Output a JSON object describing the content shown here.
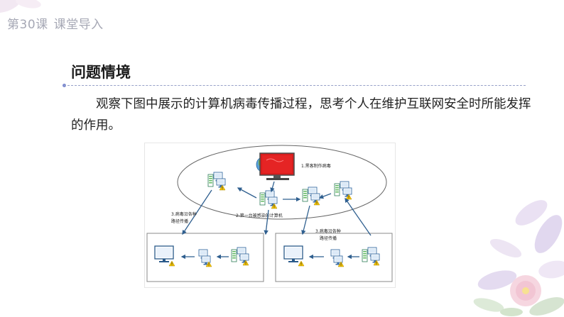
{
  "header": {
    "lesson_number": "第30课",
    "lesson_title": "课堂导入"
  },
  "section": {
    "title": "问题情境"
  },
  "prompt": {
    "text": "观察下图中展示的计算机病毒传播过程，思考个人在维护互联网安全时所能发挥的作用。"
  },
  "diagram": {
    "step1_label": "1.黑客制作病毒",
    "step2_label": "2.第一台被感染的计算机",
    "step3_left_line1": "3.病毒沿各种",
    "step3_left_line2": "路径传播",
    "step3_right_line1": "3.病毒沿各种",
    "step3_right_line2": "路径传播"
  },
  "colors": {
    "arrow_blue": "#2f5f8f",
    "monitor_red": "#d81e1e",
    "warning_yellow": "#f5c400",
    "title_accent": "#7d8bd0"
  }
}
